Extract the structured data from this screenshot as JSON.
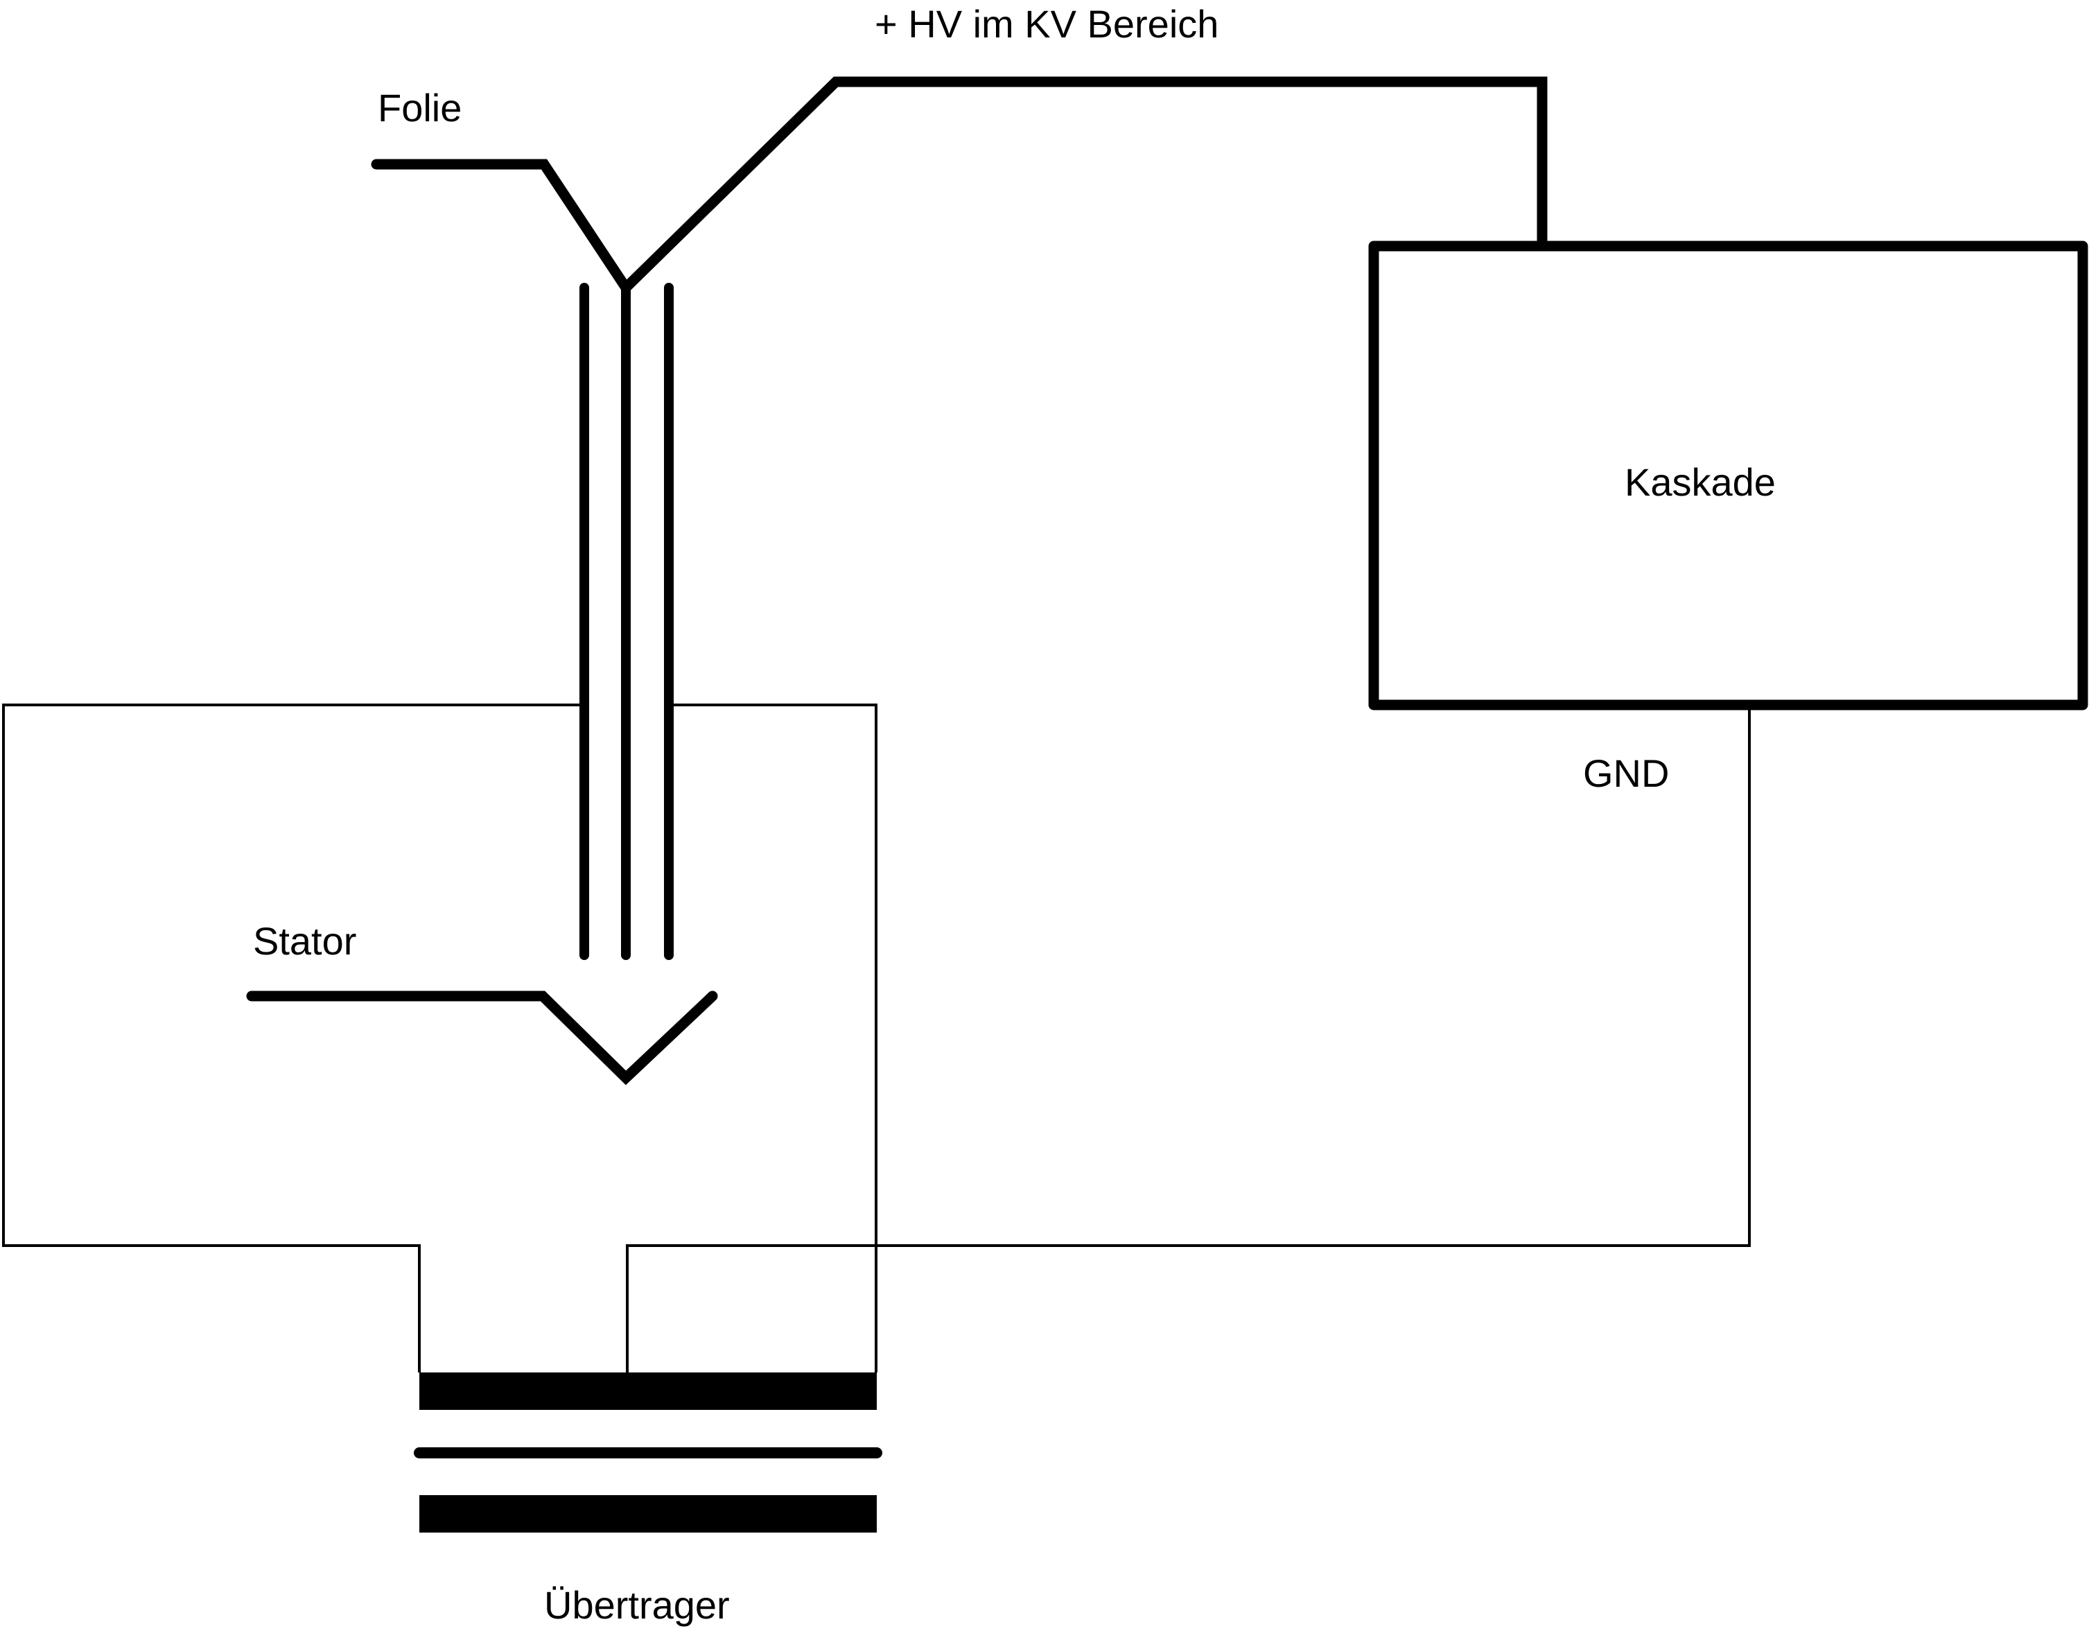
{
  "diagram": {
    "colors": {
      "stroke": "#000000",
      "background": "#ffffff"
    },
    "labels": {
      "hv": "+ HV im KV Bereich",
      "folie": "Folie",
      "kaskade": "Kaskade",
      "gnd": "GND",
      "stator": "Stator",
      "uebertrager": "Übertrager"
    }
  }
}
